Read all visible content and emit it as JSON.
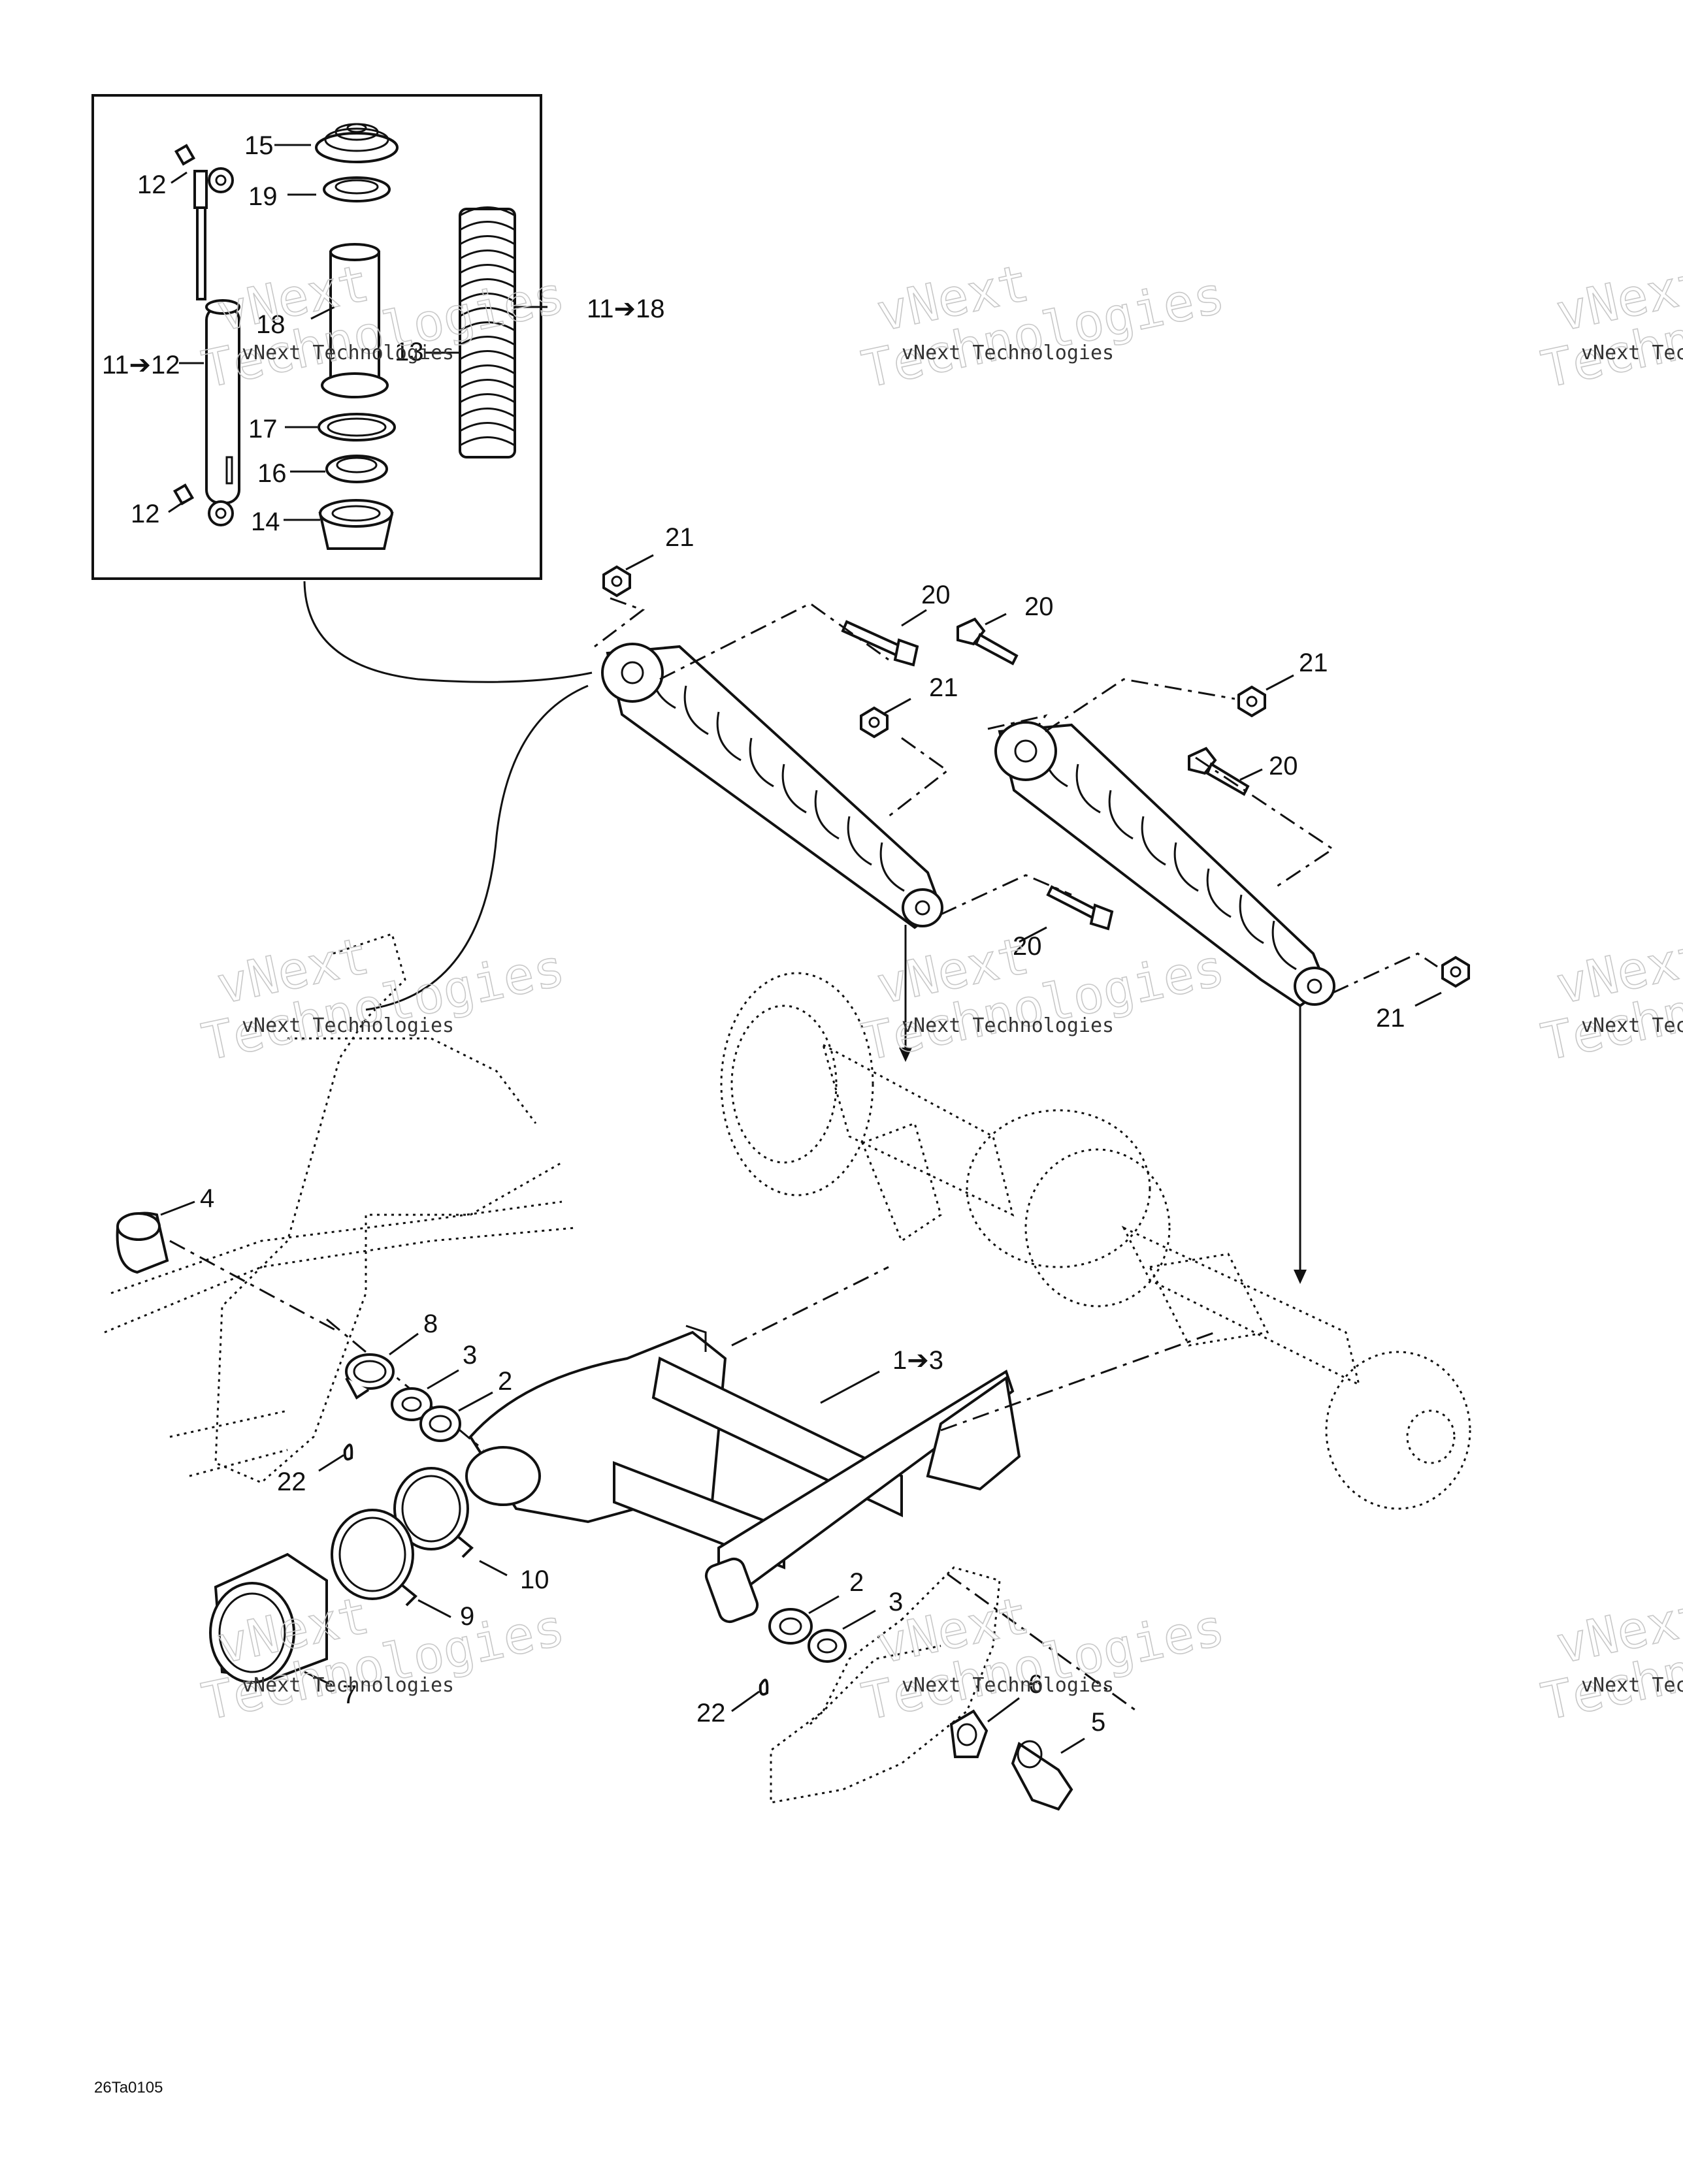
{
  "drawing_code": "26Ta0105",
  "watermark": {
    "line1": "vNext",
    "line2": "Technologies",
    "caption": "vNext Technologies"
  },
  "callouts": {
    "c15": "15",
    "c12a": "12",
    "c19": "19",
    "c18": "18",
    "c11_12": "11➔12",
    "c13": "13",
    "c11_18": "11➔18",
    "c17": "17",
    "c16": "16",
    "c12b": "12",
    "c14": "14",
    "c21a": "21",
    "c20a": "20",
    "c20b": "20",
    "c21b": "21",
    "c21c": "21",
    "c20c": "20",
    "c20d": "20",
    "c21d": "21",
    "c4": "4",
    "c8": "8",
    "c3a": "3",
    "c2a": "2",
    "c1_3": "1➔3",
    "c22a": "22",
    "c10": "10",
    "c9": "9",
    "c7": "7",
    "c2b": "2",
    "c3b": "3",
    "c6": "6",
    "c22b": "22",
    "c5": "5"
  }
}
